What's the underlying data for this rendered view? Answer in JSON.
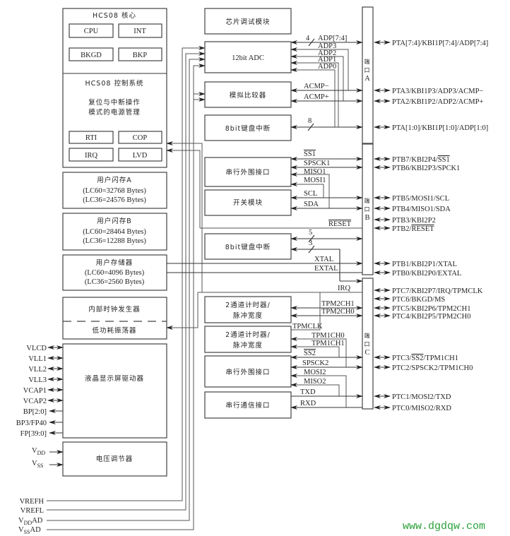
{
  "core": {
    "title": "HCS08 核心",
    "blocks": [
      "CPU",
      "INT",
      "BKGD",
      "BKP"
    ]
  },
  "control": {
    "title": "HCS08 控制系统",
    "line1": "复位与中断操作",
    "line2": "模式的电源管理",
    "blocks": [
      "RTI",
      "COP",
      "IRQ",
      "LVD"
    ]
  },
  "flash_a": {
    "title": "用户闪存A",
    "l1": "(LC60=32768 Bytes)",
    "l2": "(LC36=24576 Bytes)"
  },
  "flash_b": {
    "title": "用户闪存B",
    "l1": "(LC60=28464 Bytes)",
    "l2": "(LC36=12288 Bytes)"
  },
  "ram": {
    "title": "用户存储器",
    "l1": "(LC60=4096 Bytes)",
    "l2": "(LC36=2560 Bytes)"
  },
  "clock": {
    "top": "内部时钟发生器",
    "bottom": "低功耗振荡器"
  },
  "lcd": {
    "title": "液晶显示屏驱动器",
    "pins": [
      "VLCD",
      "VLL1",
      "VLL2",
      "VLL3",
      "VCAP1",
      "VCAP2",
      "BP[2:0]",
      "BP3/FP40",
      "FP[39:0]"
    ]
  },
  "regulator": {
    "title": "电压调节器",
    "vdd": {
      "main": "V",
      "sub": "DD"
    },
    "vss": {
      "main": "V",
      "sub": "SS"
    }
  },
  "analog_pins": {
    "vrefh": "VREFH",
    "vrefl": "VREFL",
    "vddad": {
      "main": "V",
      "sub": "DD",
      "suffix": "AD"
    },
    "vssad": {
      "main": "V",
      "sub": "SS",
      "suffix": "AD"
    }
  },
  "modules": {
    "debug": "芯片调试模块",
    "adc": "12bit ADC",
    "comparator": "模拟比较器",
    "kbi_a": "8bit键盘中断",
    "spi1": "串行外围接口",
    "switch": "开关模块",
    "kbi_b": "8bit键盘中断",
    "tpm2": {
      "l1": "2通道计时器/",
      "l2": "脉冲宽度"
    },
    "tpm1": {
      "l1": "2通道计时器/",
      "l2": "脉冲宽度"
    },
    "spi2": "串行外围接口",
    "sci": "串行通信接口"
  },
  "ports": {
    "a": [
      "端",
      "口",
      "A"
    ],
    "b": [
      "端",
      "口",
      "B"
    ],
    "c": [
      "端",
      "口",
      "C"
    ]
  },
  "signals": {
    "adp74": "ADP[7:4]",
    "bus4": "4",
    "adp3": "ADP3",
    "adp2": "ADP2",
    "adp1": "ADP1",
    "adp0": "ADP0",
    "acmpm": "ACMP−",
    "acmpp": "ACMP+",
    "bus8": "8",
    "ss1": "SS1",
    "spsck1": "SPSCK1",
    "miso1": "MISO1",
    "mosi1": "MOSI1",
    "scl": "SCL",
    "sda": "SDA",
    "reset": "RESET",
    "bus5": "5",
    "bus3": "3",
    "xtal": "XTAL",
    "extal": "EXTAL",
    "irq": "IRQ",
    "tpm2ch1": "TPM2CH1",
    "tpm2ch0": "TPM2CH0",
    "tpmclk": "TPMCLK",
    "tpm1ch0": "TPM1CH0",
    "tpm1ch1": "TPM1CH1",
    "ss2": "SS2",
    "spsck2": "SPSCK2",
    "mosi2": "MOSI2",
    "miso2": "MISO2",
    "txd": "TXD",
    "rxd": "RXD"
  },
  "pins_a": [
    "PTA[7:4]/KBI1P[7:4]/ADP[7:4]",
    "PTA3/KBI1P3/ADP3/ACMP−",
    "PTA2/KBI1P2/ADP2/ACMP+",
    "PTA[1:0]/KBI1P[1:0]/ADP[1:0]"
  ],
  "pins_b": [
    {
      "pre": "PTB7/KBI2P4/",
      "over": "SS1"
    },
    {
      "pre": "PTB6/KBI2P3/SPCK1"
    },
    {
      "pre": "PTB5/MOSI1/SCL"
    },
    {
      "pre": "PTB4/MISO1/SDA"
    },
    {
      "pre": "PTB3/KBI2P2"
    },
    {
      "pre": "PTB2/",
      "over": "RESET"
    },
    {
      "pre": "PTB1/KBI2P1/XTAL"
    },
    {
      "pre": "PTB0/KBI2P0/EXTAL"
    }
  ],
  "pins_c": [
    {
      "pre": "PTC7/KBI2P7/IRQ/TPMCLK"
    },
    {
      "pre": "PTC6/BKGD/MS"
    },
    {
      "pre": "PTC5/KBI2P6/TPM2CH1"
    },
    {
      "pre": "PTC4/KBI2P5/TPM2CH0"
    },
    {
      "pre": "PTC3/",
      "over": "SS2",
      "post": "/TPM1CH1"
    },
    {
      "pre": "PTC2/SPSCK2/TPM1CH0"
    },
    {
      "pre": "PTC1/MOSI2/TXD"
    },
    {
      "pre": "PTC0/MISO2/RXD"
    }
  ],
  "watermark": "www.dgdqw.com"
}
